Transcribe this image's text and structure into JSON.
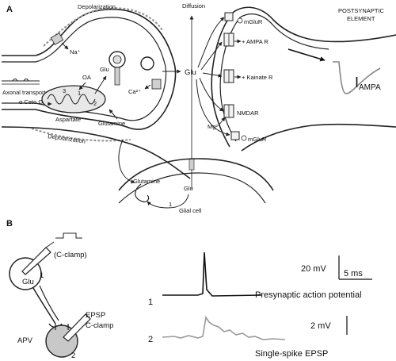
{
  "panel_a": {
    "label": "A",
    "depolarization_top": "Depolarization",
    "depolarization_bottom": "Depolarization",
    "na": "Na⁺",
    "axonal_transport": "Axonal transport",
    "oa": "OA",
    "glu_presyn": "Glu",
    "alpha_ceto_g": "α Ceto G",
    "aspartate": "Aspartate",
    "glutamine_presyn": "Glutamine",
    "num1": "1",
    "num2": "2",
    "num3": "3",
    "ca": "Ca²⁺",
    "diffusion": "Diffusion",
    "glu_cleft": "Glu",
    "mgluR_top": "mGluR",
    "ampa_r": "+ AMPA R",
    "kainate_r": "+ Kainate R",
    "nmdar": "NMDAR",
    "mg": "Mg²⁺",
    "mgluR_bottom": "mGluR",
    "postsynaptic": "POSTSYNAPTIC\nELEMENT",
    "i_ampa_main": "I",
    "i_ampa_sub": "AMPA",
    "glutamine_glial": "Glutamine",
    "glu_glial": "Glu",
    "glial_num": "1",
    "glial_cell": "Glial cell"
  },
  "panel_b": {
    "label": "B",
    "c_clamp_top": "(C-clamp)",
    "glu": "Glu",
    "neuron1": "1",
    "epsp": "EPSP",
    "c_clamp_bottom": "C-clamp",
    "apv": "APV",
    "neuron2": "2",
    "scale_20mv": "20 mV",
    "scale_5ms": "5 ms",
    "trace1_num": "1",
    "trace1_label": "Presynaptic action potential",
    "scale_2mv": "2 mV",
    "trace2_num": "2",
    "trace2_label": "Single-spike EPSP"
  }
}
